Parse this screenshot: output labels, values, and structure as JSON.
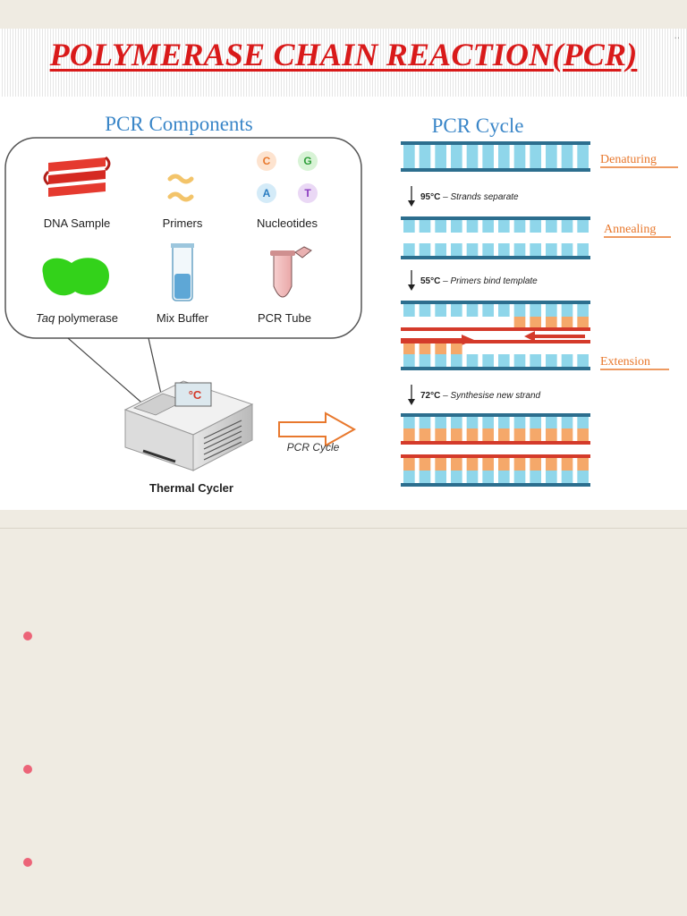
{
  "title": "POLYMERASE CHAIN REACTION(PCR)",
  "components": {
    "heading": "PCR Components",
    "items": [
      {
        "label": "DNA Sample"
      },
      {
        "label": "Primers"
      },
      {
        "label": "Nucleotides"
      },
      {
        "label_italic": "Taq",
        "label_rest": " polymerase"
      },
      {
        "label": "Mix Buffer"
      },
      {
        "label": "PCR Tube"
      }
    ],
    "nucleotides": [
      "C",
      "G",
      "A",
      "T"
    ]
  },
  "machine": {
    "label": "Thermal Cycler",
    "screen": "°C"
  },
  "arrow_label": "PCR Cycle",
  "cycle": {
    "heading": "PCR Cycle",
    "steps": [
      {
        "name": "Denaturing",
        "temp": "95°C",
        "desc": "– Strands separate"
      },
      {
        "name": "Annealing",
        "temp": "55°C",
        "desc": "– Primers bind template"
      },
      {
        "name": "Extension",
        "temp": "72°C",
        "desc": "– Synthesise new strand"
      }
    ]
  },
  "colors": {
    "title": "#d91a1a",
    "heading_blue": "#3a86c8",
    "strand_blue": "#2c6e8e",
    "base_blue": "#8fd6ea",
    "base_orange": "#f5a86a",
    "primer_red": "#d43a2a",
    "step_label": "#e8782d",
    "bullet": "#ec6478"
  }
}
